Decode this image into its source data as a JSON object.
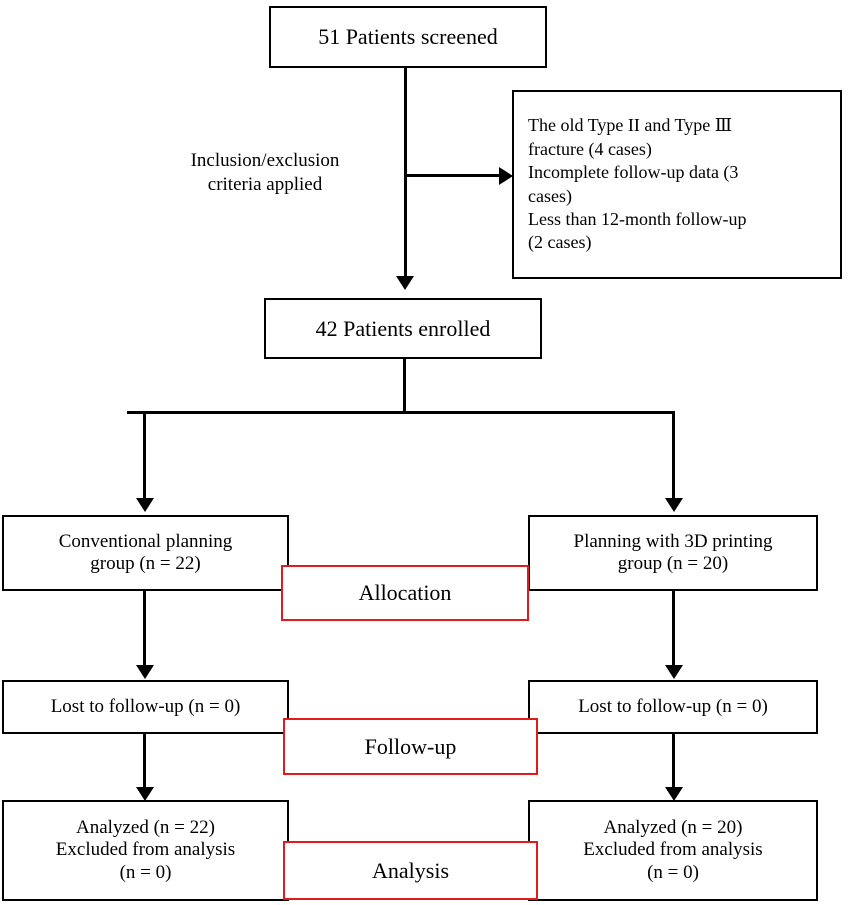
{
  "diagram": {
    "title": "CONSORT patient flow diagram",
    "accent_red": "#e01b1b",
    "line_color": "#000000",
    "background": "#ffffff"
  },
  "nodes": {
    "screened": "51 Patients screened",
    "criteria_label": "Inclusion/exclusion\ncriteria applied",
    "excluded": "The old Type II  and Type Ⅲ\nfracture (4 cases)\nIncomplete  follow-up  data (3\ncases)\nLess than 12-month follow-up\n(2 cases)",
    "enrolled": "42 Patients enrolled",
    "left_group": "Conventional planning\ngroup (n = 22)",
    "right_group": "Planning with 3D printing\ngroup (n = 20)",
    "left_lost": "Lost to follow-up (n = 0)",
    "right_lost": "Lost to follow-up (n = 0)",
    "left_analyzed": "Analyzed (n = 22)\nExcluded from analysis\n(n = 0)",
    "right_analyzed": "Analyzed (n = 20)\nExcluded from analysis\n(n = 0)"
  },
  "stages": {
    "allocation": "Allocation",
    "followup": "Follow-up",
    "analysis": "Analysis"
  },
  "counts": {
    "screened": 51,
    "enrolled": 42,
    "excluded_old_fracture": 4,
    "excluded_incomplete_data": 3,
    "excluded_short_followup": 2,
    "conventional_group_n": 22,
    "printing_group_n": 20,
    "left_lost_n": 0,
    "right_lost_n": 0,
    "left_analyzed_n": 22,
    "right_analyzed_n": 20,
    "left_excluded_n": 0,
    "right_excluded_n": 0
  }
}
